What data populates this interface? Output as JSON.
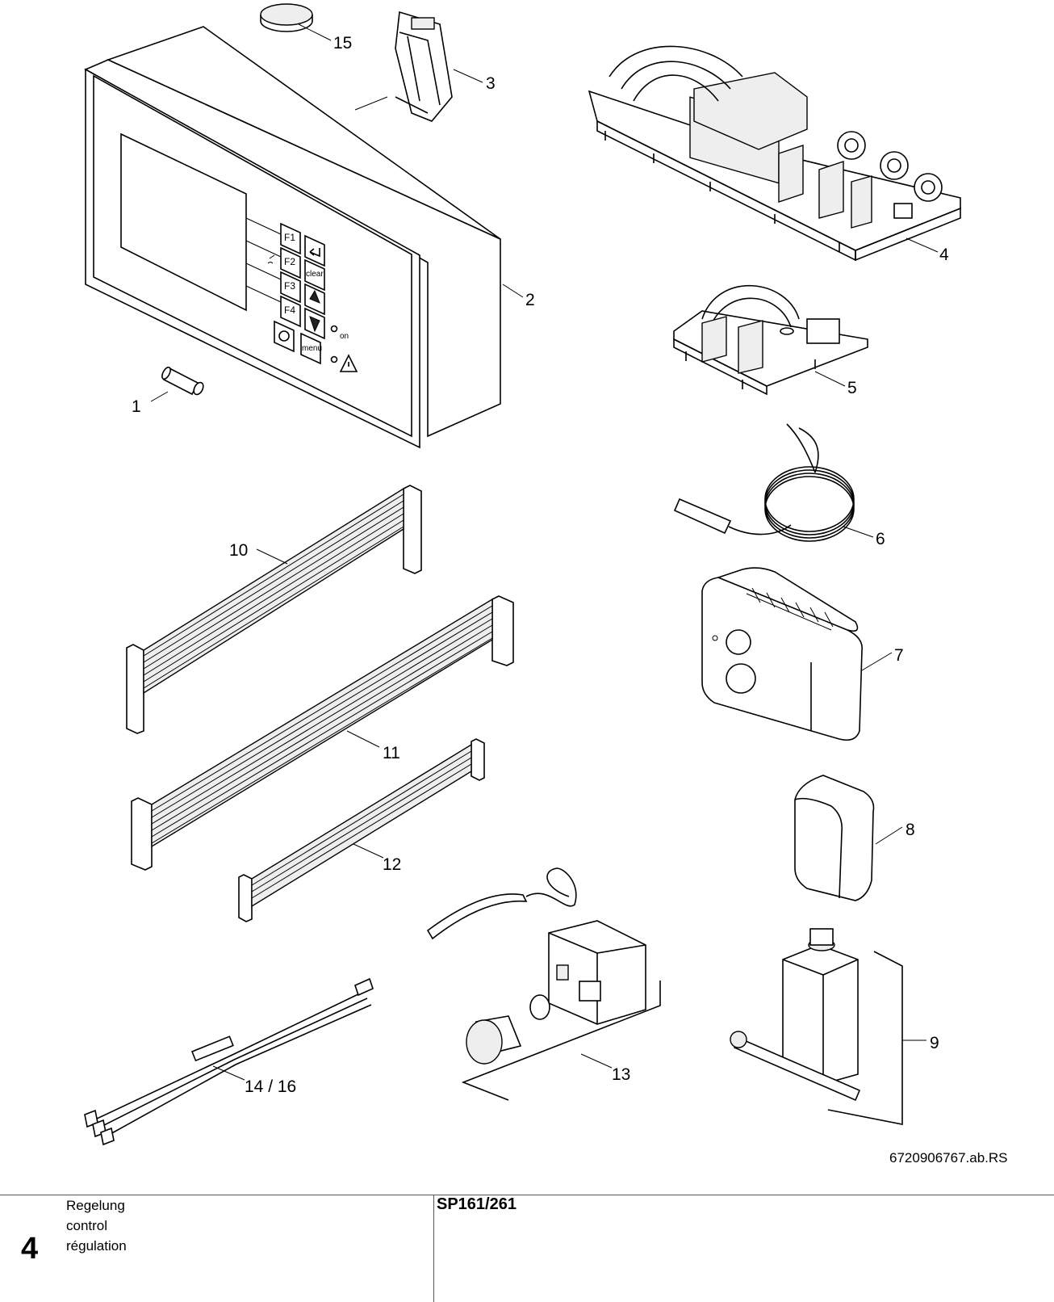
{
  "drawing_id": "6720906767.ab.RS",
  "footer": {
    "section_number": "4",
    "section_names": [
      "Regelung",
      "control",
      "régulation"
    ],
    "model": "SP161/261"
  },
  "callouts": [
    {
      "id": "c1",
      "label": "1"
    },
    {
      "id": "c2",
      "label": "2"
    },
    {
      "id": "c3",
      "label": "3"
    },
    {
      "id": "c4",
      "label": "4"
    },
    {
      "id": "c5",
      "label": "5"
    },
    {
      "id": "c6",
      "label": "6"
    },
    {
      "id": "c7",
      "label": "7"
    },
    {
      "id": "c8",
      "label": "8"
    },
    {
      "id": "c9",
      "label": "9"
    },
    {
      "id": "c10",
      "label": "10"
    },
    {
      "id": "c11",
      "label": "11"
    },
    {
      "id": "c12",
      "label": "12"
    },
    {
      "id": "c13",
      "label": "13"
    },
    {
      "id": "c14",
      "label": "14 / 16"
    },
    {
      "id": "c15",
      "label": "15"
    }
  ],
  "controller_panel": {
    "keys": {
      "f1": "F1",
      "f2": "F2",
      "f3": "F3",
      "f4": "F4",
      "clear": "clear",
      "menu": "menu"
    },
    "led_on": "on",
    "icons": [
      "enter-icon",
      "arrow-up-icon",
      "arrow-down-icon",
      "power-icon",
      "warning-icon",
      "chimney-sweep-icon"
    ]
  }
}
